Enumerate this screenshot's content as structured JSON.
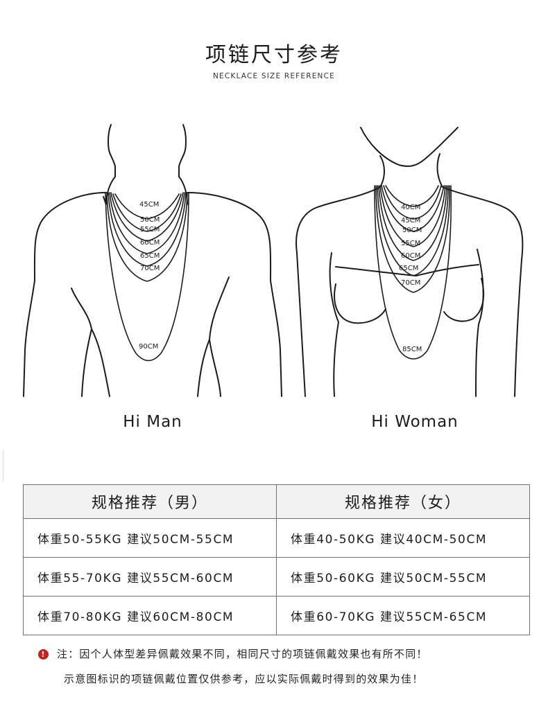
{
  "header": {
    "title": "项链尺寸参考",
    "subtitle": "NECKLACE SIZE REFERENCE"
  },
  "man": {
    "label": "Hi Man",
    "lengths": [
      "45CM",
      "50CM",
      "55CM",
      "60CM",
      "65CM",
      "70CM",
      "90CM"
    ]
  },
  "woman": {
    "label": "Hi Woman",
    "lengths": [
      "40CM",
      "45CM",
      "50CM",
      "55CM",
      "60CM",
      "65CM",
      "70CM",
      "85CM"
    ]
  },
  "table": {
    "headers": [
      "规格推荐（男）",
      "规格推荐（女）"
    ],
    "rows": [
      [
        "体重50-55KG  建议50CM-55CM",
        "体重40-50KG  建议40CM-50CM"
      ],
      [
        "体重55-70KG  建议55CM-60CM",
        "体重50-60KG  建议50CM-55CM"
      ],
      [
        "体重70-80KG  建议60CM-80CM",
        "体重60-70KG  建议55CM-65CM"
      ]
    ]
  },
  "notes": {
    "icon": "warning-icon",
    "line1": "注：因个人体型差异佩戴效果不同，相同尺寸的项链佩戴效果也有所不同！",
    "line2": "示意图标识的项链佩戴位置仅供参考，应以实际佩戴时得到的效果为佳！"
  },
  "colors": {
    "line": "#1a1a1a",
    "table_header_bg": "#f2f2f2",
    "warning": "#c0241f"
  }
}
